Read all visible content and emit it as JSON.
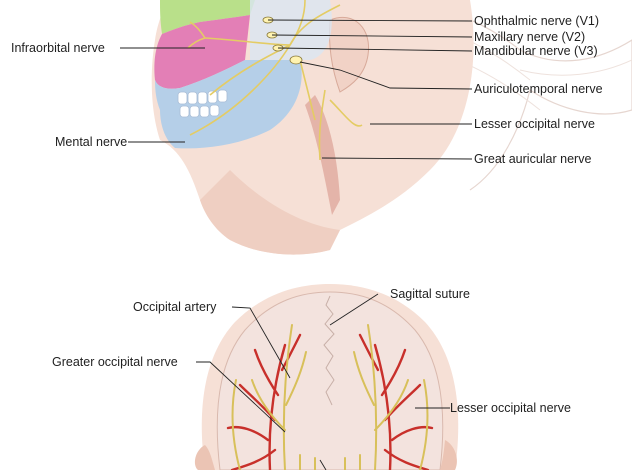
{
  "colors": {
    "background": "#ffffff",
    "skin": "#f6e0d6",
    "skin_shade": "#ebc4b4",
    "v1_region": "#b9e08a",
    "v2_region": "#e37fb6",
    "v3_region": "#b5cfe8",
    "skull": "#f3e3de",
    "nerve": "#e4cc64",
    "artery": "#c8302b",
    "muscle": "#d9968a",
    "leader_line": "#222222"
  },
  "labels": {
    "ophthalmic": "Ophthalmic nerve (V1)",
    "maxillary": "Maxillary nerve (V2)",
    "mandibular": "Mandibular nerve (V3)",
    "infraorbital": "Infraorbital nerve",
    "auriculotemporal": "Auriculotemporal nerve",
    "lesser_occipital_top": "Lesser occipital nerve",
    "mental": "Mental nerve",
    "great_auricular": "Great auricular nerve",
    "occipital_artery": "Occipital artery",
    "sagittal_suture": "Sagittal suture",
    "greater_occipital": "Greater occipital nerve",
    "lesser_occipital_bottom": "Lesser occipital nerve"
  }
}
